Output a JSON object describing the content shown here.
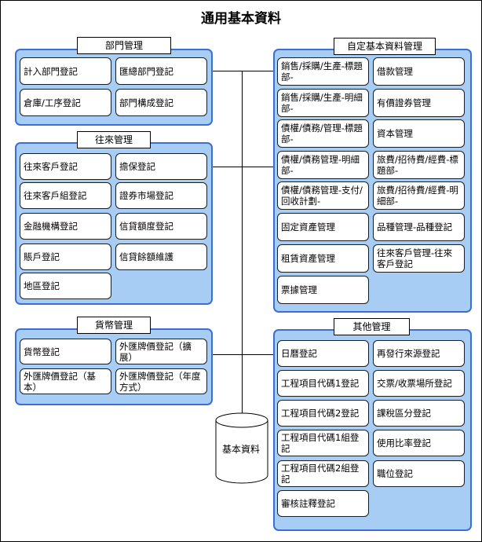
{
  "title": "通用基本資料",
  "database_label": "基本資料",
  "groups": {
    "dept": {
      "label": "部門管理",
      "items": [
        "計入部門登記",
        "匯總部門登記",
        "倉庫/工序登記",
        "部門構成登記"
      ]
    },
    "trade": {
      "label": "往來管理",
      "items": [
        "往來客戶登記",
        "擔保登記",
        "往來客戶組登記",
        "證券市場登記",
        "金融機構登記",
        "信貸額度登記",
        "賬戶登記",
        "信貸餘額維護",
        "地區登記"
      ]
    },
    "currency": {
      "label": "貨幣管理",
      "items": [
        "貨幣登記",
        "外匯牌價登記（擴展）",
        "外匯牌價登記（基本）",
        "外匯牌價登記（年度方式）"
      ]
    },
    "custom": {
      "label": "自定基本資料管理",
      "items": [
        "銷售/採購/生產-標題部-",
        "借款管理",
        "銷售/採購/生產-明細部-",
        "有價證券管理",
        "債權/債務/管理-標題部-",
        "資本管理",
        "債權/債務管理-明細部-",
        "旅費/招待費/經費-標題部-",
        "債權/債務管理-支付/回收計劃-",
        "旅費/招待費/經費-明細部-",
        "固定資產管理",
        "品種管理-品種登記",
        "租賃資產管理",
        "往來客戶管理-往來客戶登記",
        "票據管理"
      ]
    },
    "other": {
      "label": "其他管理",
      "items": [
        "日曆登記",
        "再發行來源登記",
        "工程項目代碼1登記",
        "交票/收票場所登記",
        "工程項目代碼2登記",
        "課稅區分登記",
        "工程項目代碼1組登記",
        "使用比率登記",
        "工程項目代碼2組登記",
        "職位登記",
        "審核註釋登記"
      ]
    }
  },
  "colors": {
    "group_fill": "#a8cdf5",
    "group_border": "#3b6fd4",
    "item_fill": "#ffffff",
    "line": "#000000"
  }
}
